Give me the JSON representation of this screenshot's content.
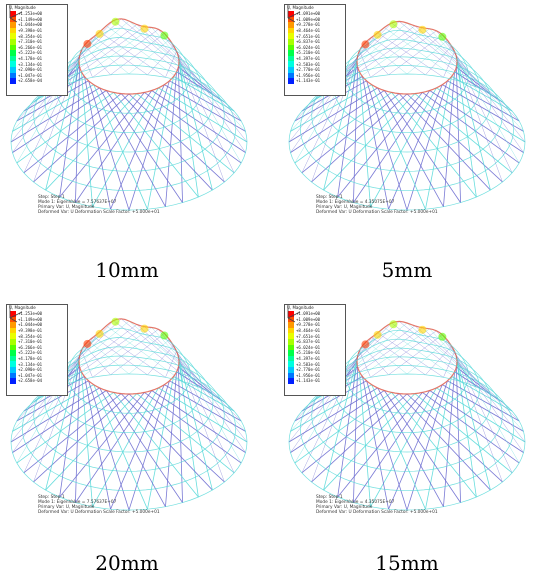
{
  "colors": {
    "contour": [
      "#ff0000",
      "#ff4d00",
      "#ff9900",
      "#ffd500",
      "#e8ff00",
      "#a8ff00",
      "#58ff00",
      "#00ff4a",
      "#00ff9a",
      "#00ffe0",
      "#00c8ff",
      "#0078ff",
      "#0020ff"
    ],
    "mesh_main": "#6c6cd0",
    "mesh_light": "#59d9d9"
  },
  "panels": [
    {
      "caption": "10mm",
      "legend": {
        "title": "U, Magnitude",
        "values": [
          "+1.253e+00",
          "+1.149e+00",
          "+1.044e+00",
          "+9.398e-01",
          "+8.354e-01",
          "+7.310e-01",
          "+6.266e-01",
          "+5.222e-01",
          "+4.178e-01",
          "+3.134e-01",
          "+2.090e-01",
          "+1.047e-01",
          "+2.658e-04"
        ]
      },
      "info": [
        "Step: Step-1",
        "Mode    1: EigenValue = 7.57637E+07",
        "Primary Var: U, Magnitude",
        "Deformed Var: U   Deformation Scale Factor: +5.000e+01"
      ]
    },
    {
      "caption": "5mm",
      "legend": {
        "title": "U, Magnitude",
        "values": [
          "+1.091e+00",
          "+1.009e+00",
          "+9.278e-01",
          "+8.464e-01",
          "+7.651e-01",
          "+6.837e-01",
          "+6.024e-01",
          "+5.210e-01",
          "+4.397e-01",
          "+3.583e-01",
          "+2.770e-01",
          "+1.956e-01",
          "+1.143e-01"
        ]
      },
      "info": [
        "Step: Step-1",
        "Mode    1: EigenValue = 4.35075E+07",
        "Primary Var: U, Magnitude",
        "Deformed Var: U   Deformation Scale Factor: +5.000e+01"
      ]
    },
    {
      "caption": "20mm",
      "legend": {
        "title": "U, Magnitude",
        "values": [
          "+1.253e+00",
          "+1.149e+00",
          "+1.044e+00",
          "+9.398e-01",
          "+8.354e-01",
          "+7.310e-01",
          "+6.266e-01",
          "+5.222e-01",
          "+4.178e-01",
          "+3.134e-01",
          "+2.090e-01",
          "+1.047e-01",
          "+2.658e-04"
        ]
      },
      "info": [
        "Step: Step-1",
        "Mode    1: EigenValue = 7.57637E+07",
        "Primary Var: U, Magnitude",
        "Deformed Var: U   Deformation Scale Factor: +5.000e+01"
      ]
    },
    {
      "caption": "15mm",
      "legend": {
        "title": "U, Magnitude",
        "values": [
          "+1.091e+00",
          "+1.009e+00",
          "+9.278e-01",
          "+8.464e-01",
          "+7.651e-01",
          "+6.837e-01",
          "+6.024e-01",
          "+5.210e-01",
          "+4.397e-01",
          "+3.583e-01",
          "+2.770e-01",
          "+1.956e-01",
          "+1.143e-01"
        ]
      },
      "info": [
        "Step: Step-1",
        "Mode    1: EigenValue = 4.35075E+07",
        "Primary Var: U, Magnitude",
        "Deformed Var: U   Deformation Scale Factor: +5.000e+01"
      ]
    }
  ]
}
